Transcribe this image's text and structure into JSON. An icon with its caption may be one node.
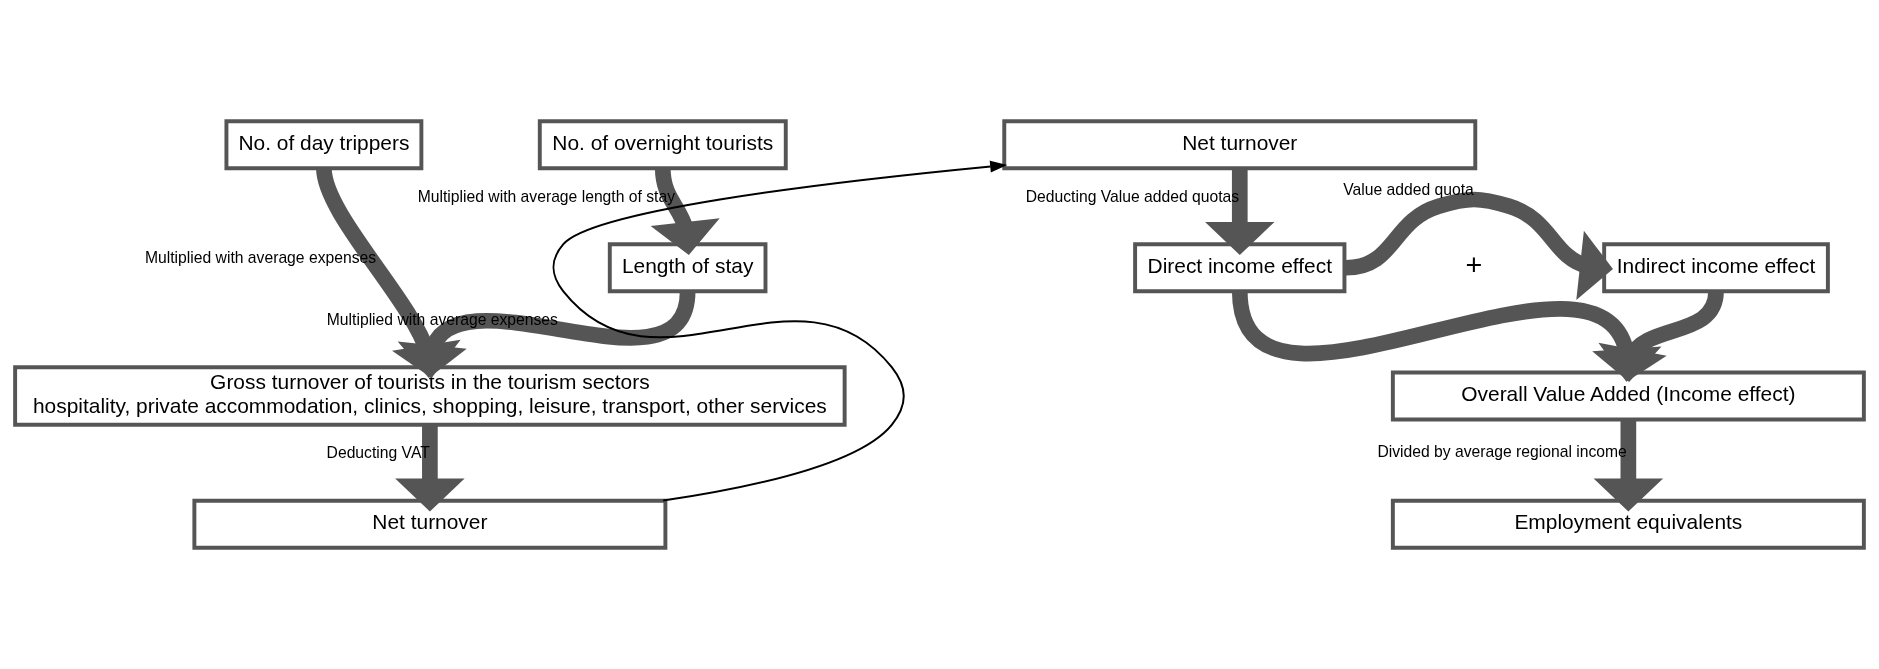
{
  "diagram": {
    "nodes": [
      {
        "text": [
          "No. of day trippers"
        ]
      },
      {
        "text": [
          "No. of overnight tourists"
        ]
      },
      {
        "text": [
          "Length of stay"
        ]
      },
      {
        "text": [
          "Gross turnover of tourists in the tourism sectors",
          "hospitality, private accommodation, clinics, shopping, leisure, transport, other services"
        ]
      },
      {
        "text": [
          "Net turnover"
        ]
      },
      {
        "text": [
          "Net turnover"
        ]
      },
      {
        "text": [
          "Direct income effect"
        ]
      },
      {
        "text": [
          "Indirect income effect"
        ]
      },
      {
        "text": [
          "Overall Value Added (Income effect)"
        ]
      },
      {
        "text": [
          "Employment equivalents"
        ]
      }
    ],
    "edges": [
      {
        "from": 0,
        "to": 3,
        "arrow": "to",
        "label": "Multiplied with average expenses"
      },
      {
        "from": 1,
        "to": 2,
        "arrow": "to",
        "label": "Multiplied with average length of stay"
      },
      {
        "from": 2,
        "to": 3,
        "arrow": "to",
        "label": "Multiplied with average expenses"
      },
      {
        "from": 3,
        "to": 4,
        "arrow": "to",
        "label": "Deducting VAT"
      },
      {
        "from": 4,
        "to": 5,
        "arrow": "to",
        "color": "#000000"
      },
      {
        "from": 5,
        "to": 6,
        "arrow": "to",
        "label": "Deducting Value added quotas"
      },
      {
        "from": 6,
        "to": 7,
        "arrow": "to",
        "label": "Value added quota"
      },
      {
        "from": 6,
        "to": 8,
        "arrow": "to"
      },
      {
        "from": 7,
        "to": 8,
        "arrow": "to"
      },
      {
        "from": 8,
        "to": 9,
        "arrow": "to",
        "label": "Divided by average regional income"
      }
    ],
    "labels": [
      "+"
    ]
  }
}
